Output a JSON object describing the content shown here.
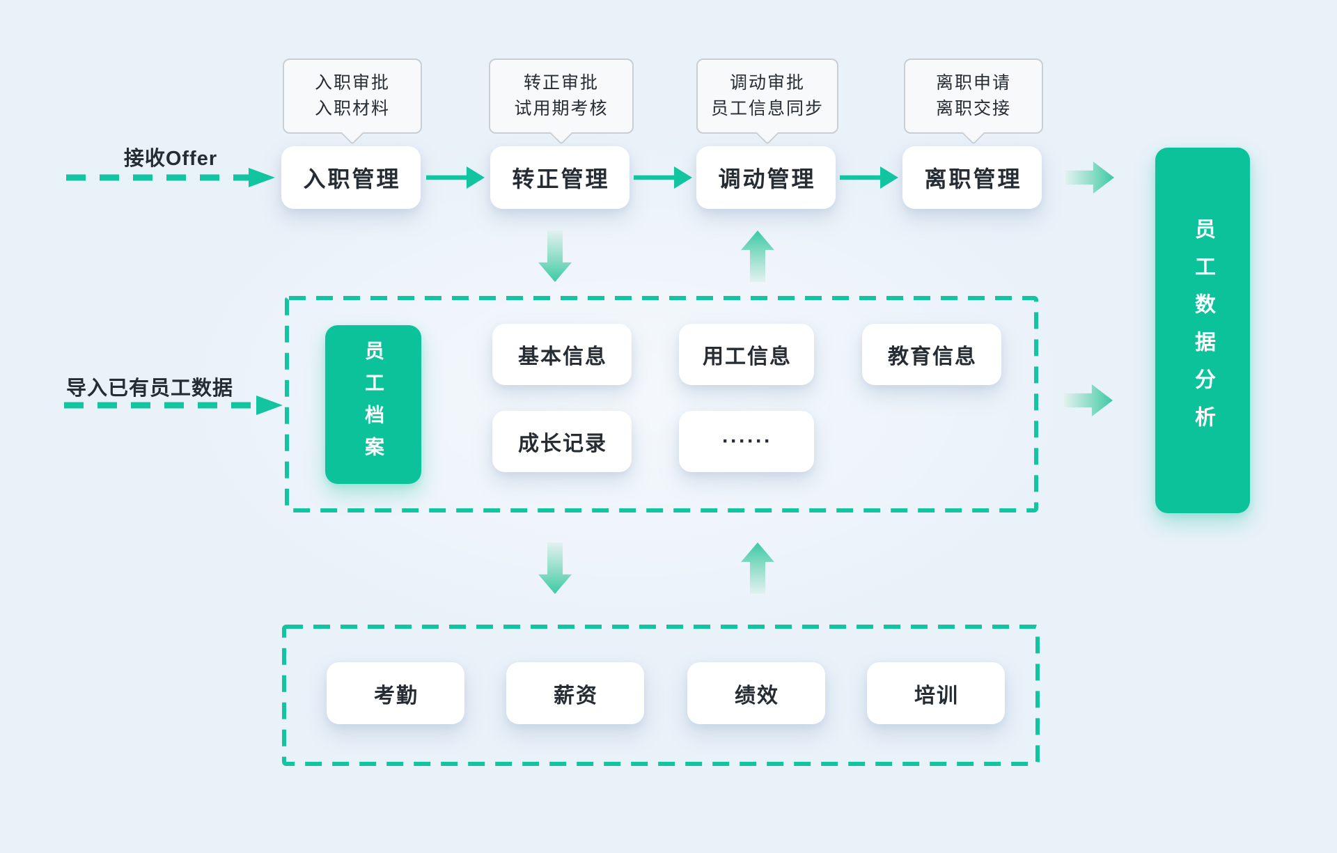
{
  "palette": {
    "background": "#e9f1f9",
    "green": "#0cc29a",
    "arrow_green": "#12c5a0",
    "text_dark": "#262c33",
    "callout_bg": "#f7f9fa",
    "callout_border": "#c8ced4",
    "card_bg": "#ffffff"
  },
  "lifecycle_flow": {
    "input_label": "接收Offer",
    "stages": [
      {
        "label": "入职管理",
        "callout_line1": "入职审批",
        "callout_line2": "入职材料"
      },
      {
        "label": "转正管理",
        "callout_line1": "转正审批",
        "callout_line2": "试用期考核"
      },
      {
        "label": "调动管理",
        "callout_line1": "调动审批",
        "callout_line2": "员工信息同步"
      },
      {
        "label": "离职管理",
        "callout_line1": "离职申请",
        "callout_line2": "离职交接"
      }
    ]
  },
  "employee_archive": {
    "import_label": "导入已有员工数据",
    "title": "员工档案",
    "items": [
      "基本信息",
      "用工信息",
      "教育信息",
      "成长记录",
      "······"
    ]
  },
  "hr_modules": {
    "items": [
      "考勤",
      "薪资",
      "绩效",
      "培训"
    ]
  },
  "analysis": {
    "label": "员工数据分析"
  }
}
